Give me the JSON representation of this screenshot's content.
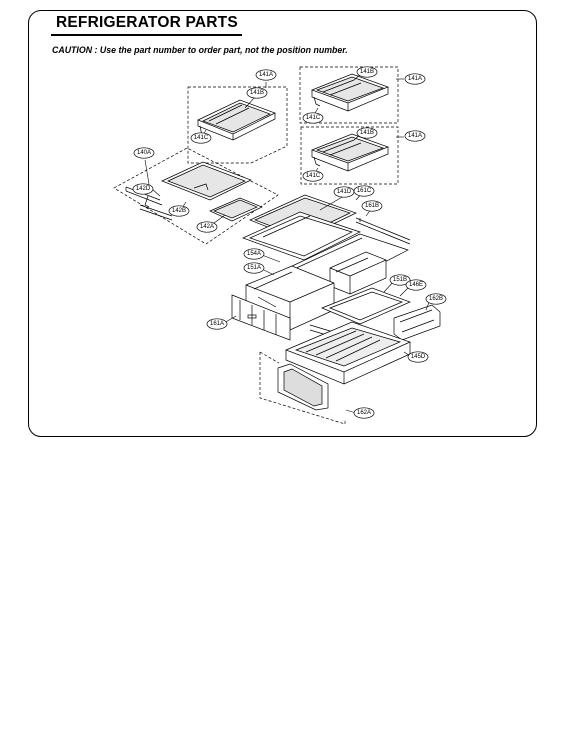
{
  "header": {
    "title": "REFRIGERATOR PARTS",
    "caution": "CAUTION : Use the part number to order part, not the position number."
  },
  "callouts": [
    {
      "id": "141a_top",
      "label": "141A"
    },
    {
      "id": "141b_top",
      "label": "141B"
    },
    {
      "id": "141c_top",
      "label": "141C"
    },
    {
      "id": "141b_r1",
      "label": "141B"
    },
    {
      "id": "141a_r1",
      "label": "141A"
    },
    {
      "id": "141c_r1",
      "label": "141C"
    },
    {
      "id": "141b_r2",
      "label": "141B"
    },
    {
      "id": "141a_r2",
      "label": "141A"
    },
    {
      "id": "141c_r2",
      "label": "141C"
    },
    {
      "id": "140a",
      "label": "140A"
    },
    {
      "id": "142d",
      "label": "142D"
    },
    {
      "id": "142b",
      "label": "142B"
    },
    {
      "id": "142a",
      "label": "142A"
    },
    {
      "id": "141d",
      "label": "141D"
    },
    {
      "id": "161c",
      "label": "161C"
    },
    {
      "id": "161b",
      "label": "161B"
    },
    {
      "id": "154a",
      "label": "154A"
    },
    {
      "id": "151a",
      "label": "151A"
    },
    {
      "id": "151b",
      "label": "151B"
    },
    {
      "id": "146e",
      "label": "146E"
    },
    {
      "id": "162b",
      "label": "162B"
    },
    {
      "id": "161a",
      "label": "161A"
    },
    {
      "id": "145d",
      "label": "145D"
    },
    {
      "id": "162a",
      "label": "162A"
    }
  ]
}
